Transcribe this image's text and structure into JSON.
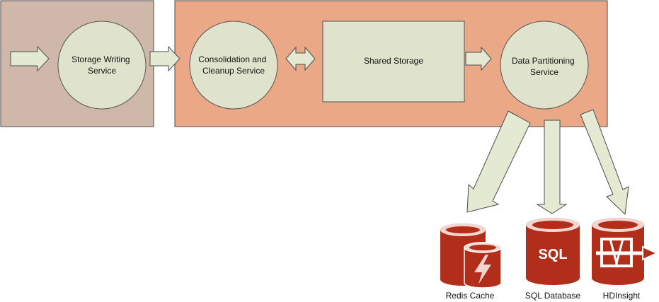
{
  "colors": {
    "ingest_panel": "#cfb8a9",
    "processing_panel": "#eba886",
    "panel_border": "#4a4a4a",
    "node_fill": "#dfe3cc",
    "node_border": "#555555",
    "arrow_fill": "#e4e9d2",
    "arrow_border": "#4d4d4d",
    "db_icon": "#b02e1a",
    "db_icon_light": "#f3d6cf"
  },
  "nodes": {
    "storage_writing": [
      "Storage Writing",
      "Service"
    ],
    "consolidation": [
      "Consolidation and",
      "Cleanup Service"
    ],
    "shared_storage": [
      "Shared Storage"
    ],
    "data_partitioning": [
      "Data Partitioning",
      "Service"
    ]
  },
  "targets": {
    "redis": {
      "label": "Redis Cache",
      "icon": "redis-cache-icon"
    },
    "sql": {
      "label": "SQL Database",
      "icon": "sql-database-icon",
      "icon_text": "SQL"
    },
    "hdinsight": {
      "label": "HDInsight",
      "icon": "hdinsight-icon"
    }
  }
}
